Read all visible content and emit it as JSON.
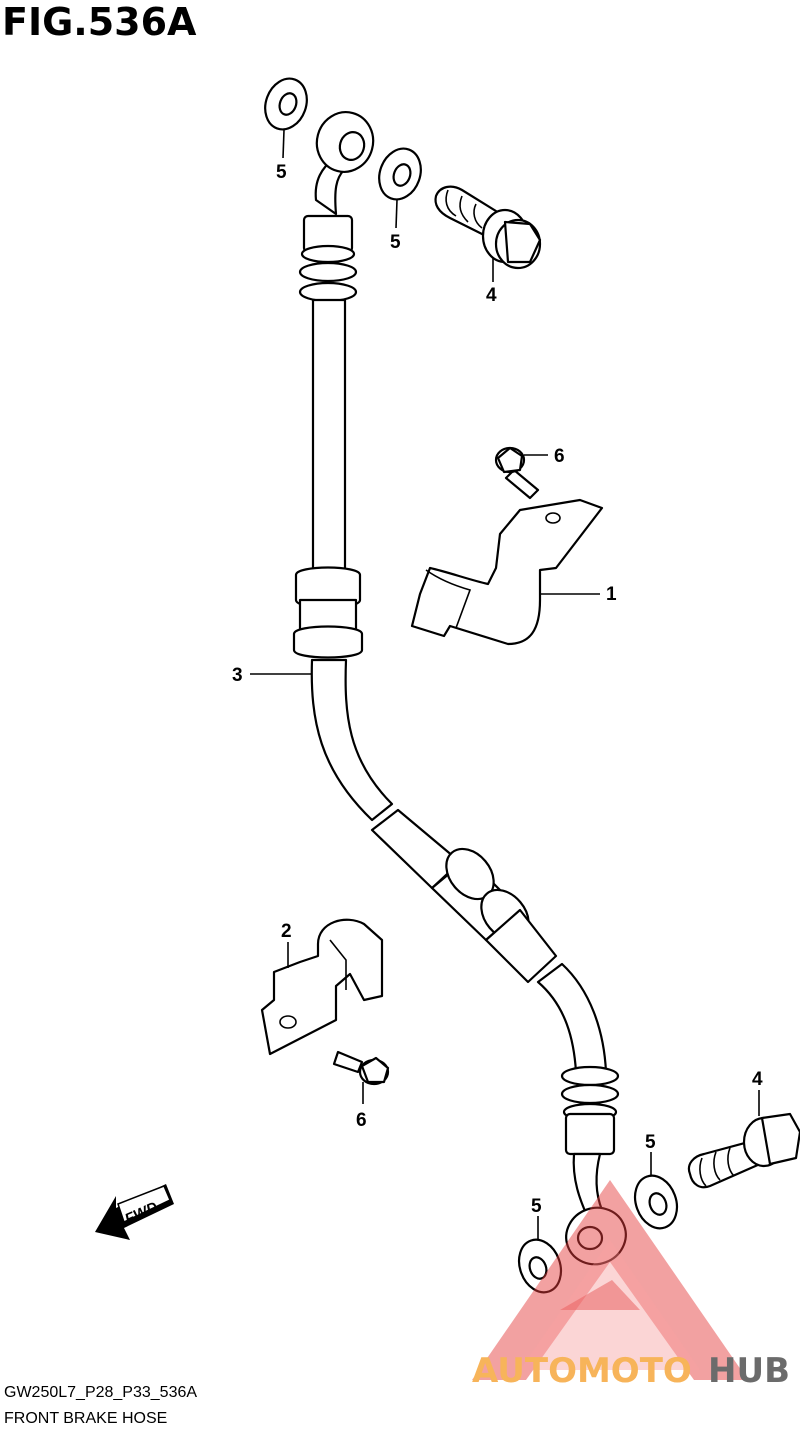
{
  "figure_title": "FIG.536A",
  "footer": {
    "model_code": "GW250L7_P28_P33_536A",
    "section_name": "FRONT BRAKE HOSE"
  },
  "callouts": {
    "clamp": "1",
    "bracket": "2",
    "hose": "3",
    "bolt_top": "4",
    "bolt_bottom": "4",
    "washer_top_left": "5",
    "washer_top_right": "5",
    "washer_bottom_left": "5",
    "washer_bottom_right": "5",
    "screw_top": "6",
    "screw_bottom": "6"
  },
  "direction_badge": "FWD",
  "watermark": {
    "part1": "AUTOMOTO",
    "part2": "HUB",
    "colors": {
      "accent": "#f7b45a",
      "red": "#e63c3c",
      "grey": "#6b6b6b"
    }
  }
}
